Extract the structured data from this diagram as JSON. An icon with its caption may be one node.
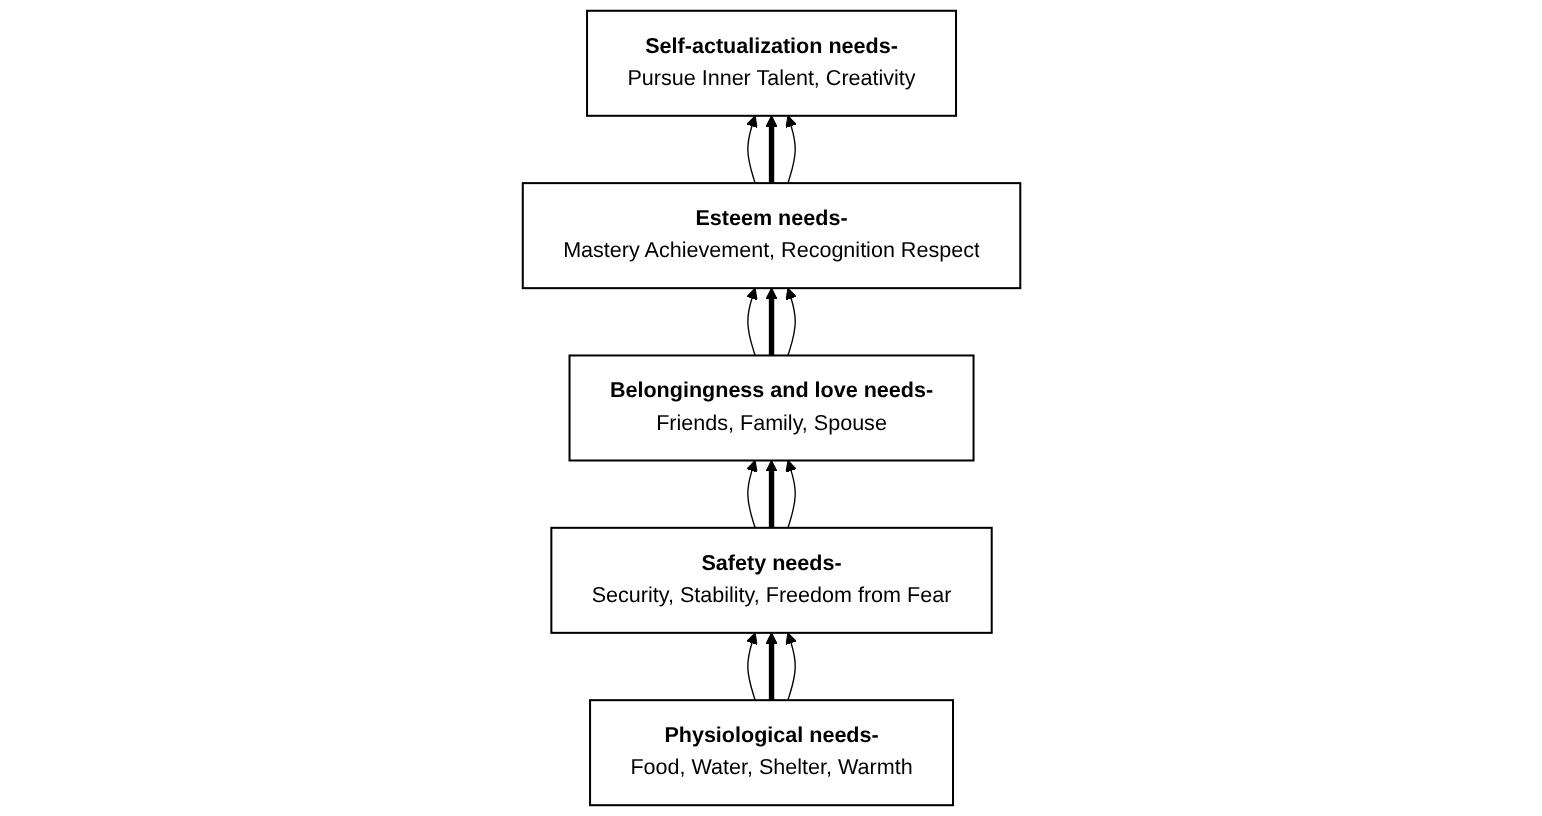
{
  "diagram": {
    "nodes": [
      {
        "text": [
          "Self-actualization needs-",
          "Pursue Inner Talent, Creativity"
        ]
      },
      {
        "text": [
          "Esteem needs-",
          "Mastery Achievement, Recognition Respect"
        ]
      },
      {
        "text": [
          "Belongingness and love needs-",
          "Friends, Family, Spouse"
        ]
      },
      {
        "text": [
          "Safety needs-",
          "Security, Stability, Freedom from Fear"
        ]
      },
      {
        "text": [
          "Physiological needs-",
          "Food, Water, Shelter, Warmth"
        ]
      }
    ],
    "edges": [
      {
        "from": 4,
        "to": 3,
        "arrow": "to"
      },
      {
        "from": 4,
        "to": 3,
        "arrow": "to",
        "style": "thick"
      },
      {
        "from": 4,
        "to": 3,
        "arrow": "to"
      },
      {
        "from": 3,
        "to": 2,
        "arrow": "to"
      },
      {
        "from": 3,
        "to": 2,
        "arrow": "to",
        "style": "thick"
      },
      {
        "from": 3,
        "to": 2,
        "arrow": "to"
      },
      {
        "from": 2,
        "to": 1,
        "arrow": "to"
      },
      {
        "from": 2,
        "to": 1,
        "arrow": "to",
        "style": "thick"
      },
      {
        "from": 2,
        "to": 1,
        "arrow": "to"
      },
      {
        "from": 1,
        "to": 0,
        "arrow": "to"
      },
      {
        "from": 1,
        "to": 0,
        "arrow": "to",
        "style": "thick"
      },
      {
        "from": 1,
        "to": 0,
        "arrow": "to"
      }
    ]
  }
}
